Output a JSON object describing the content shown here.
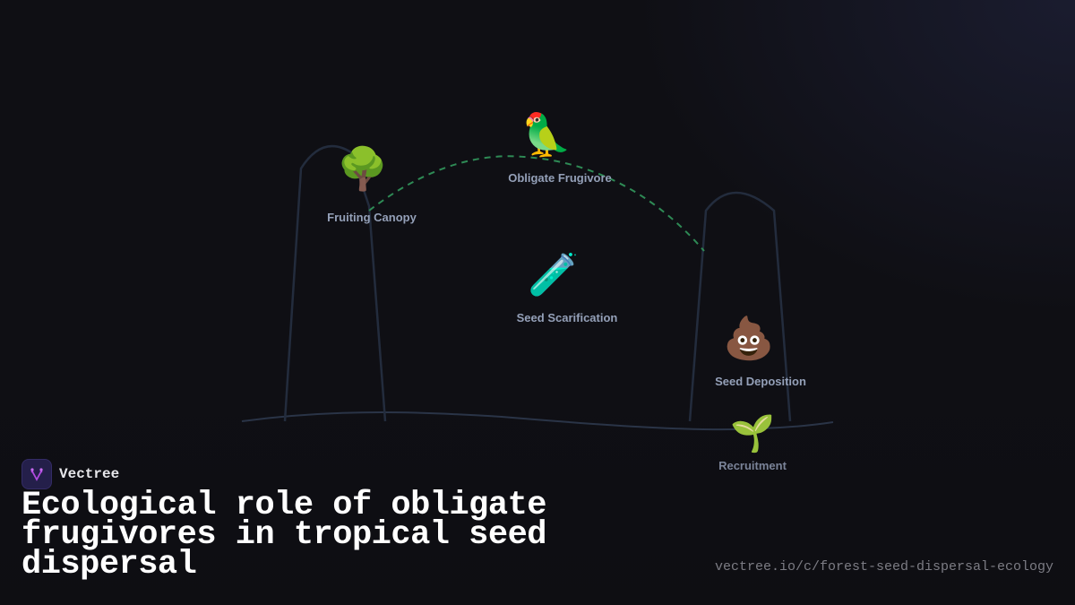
{
  "brand": {
    "name": "Vectree",
    "logo_icon": "branch-v-icon",
    "accent": "#b04adf"
  },
  "title": "Ecological role of obligate frugivores in tropical seed dispersal",
  "url": "vectree.io/c/forest-seed-dispersal-ecology",
  "colors": {
    "background": "#0f0f14",
    "outline": "#2a3447",
    "dashed_path": "#2e8a55",
    "label": "#94a0b8"
  },
  "nodes": [
    {
      "id": "fruiting-canopy",
      "label": "Fruiting Canopy",
      "icon": "🌳",
      "icon_name": "tree-icon"
    },
    {
      "id": "obligate-frugivore",
      "label": "Obligate Frugivore",
      "icon": "🦜",
      "icon_name": "parrot-icon"
    },
    {
      "id": "seed-scarification",
      "label": "Seed Scarification",
      "icon": "🧪",
      "icon_name": "test-tube-icon"
    },
    {
      "id": "seed-deposition",
      "label": "Seed Deposition",
      "icon": "💩",
      "icon_name": "dropping-icon"
    },
    {
      "id": "recruitment",
      "label": "Recruitment",
      "icon": "🌱",
      "icon_name": "seedling-icon"
    }
  ]
}
